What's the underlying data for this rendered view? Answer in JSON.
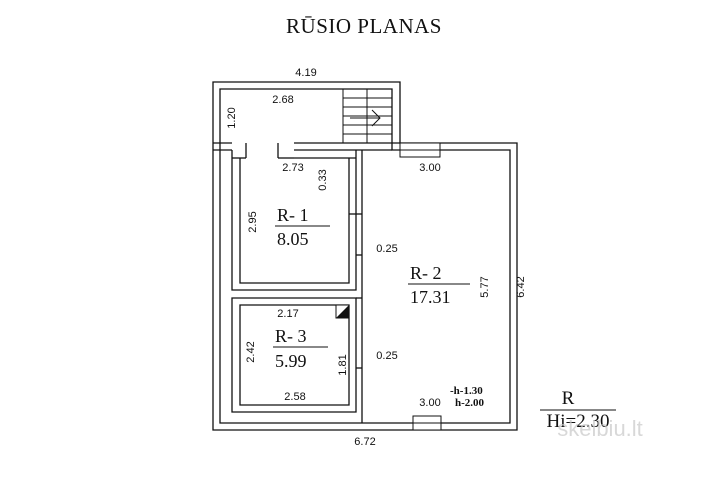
{
  "title": "RŪSIO PLANAS",
  "rooms": [
    {
      "id": "R- 1",
      "area": "8.05"
    },
    {
      "id": "R- 2",
      "area": "17.31"
    },
    {
      "id": "R- 3",
      "area": "5.99"
    }
  ],
  "dims": {
    "top_total": "4.19",
    "stair_width": "2.68",
    "stair_depth": "1.20",
    "r1_width": "2.73",
    "r1_height": "2.95",
    "wall_033": "0.33",
    "wall_025_upper": "0.25",
    "r2_top": "3.00",
    "r2_right": "5.77",
    "overall_right": "6.42",
    "r3_top": "2.17",
    "r3_left": "2.42",
    "r3_bottom": "2.58",
    "wall_181": "1.81",
    "wall_025_lower": "0.25",
    "r2_bottom": "3.00",
    "overall_bottom": "6.72"
  },
  "levels": {
    "h1": "-h-1.30",
    "h2": "h-2.00"
  },
  "legend": {
    "label": "R",
    "height": "Hi=2.30"
  },
  "watermark": "skelbiu.lt"
}
